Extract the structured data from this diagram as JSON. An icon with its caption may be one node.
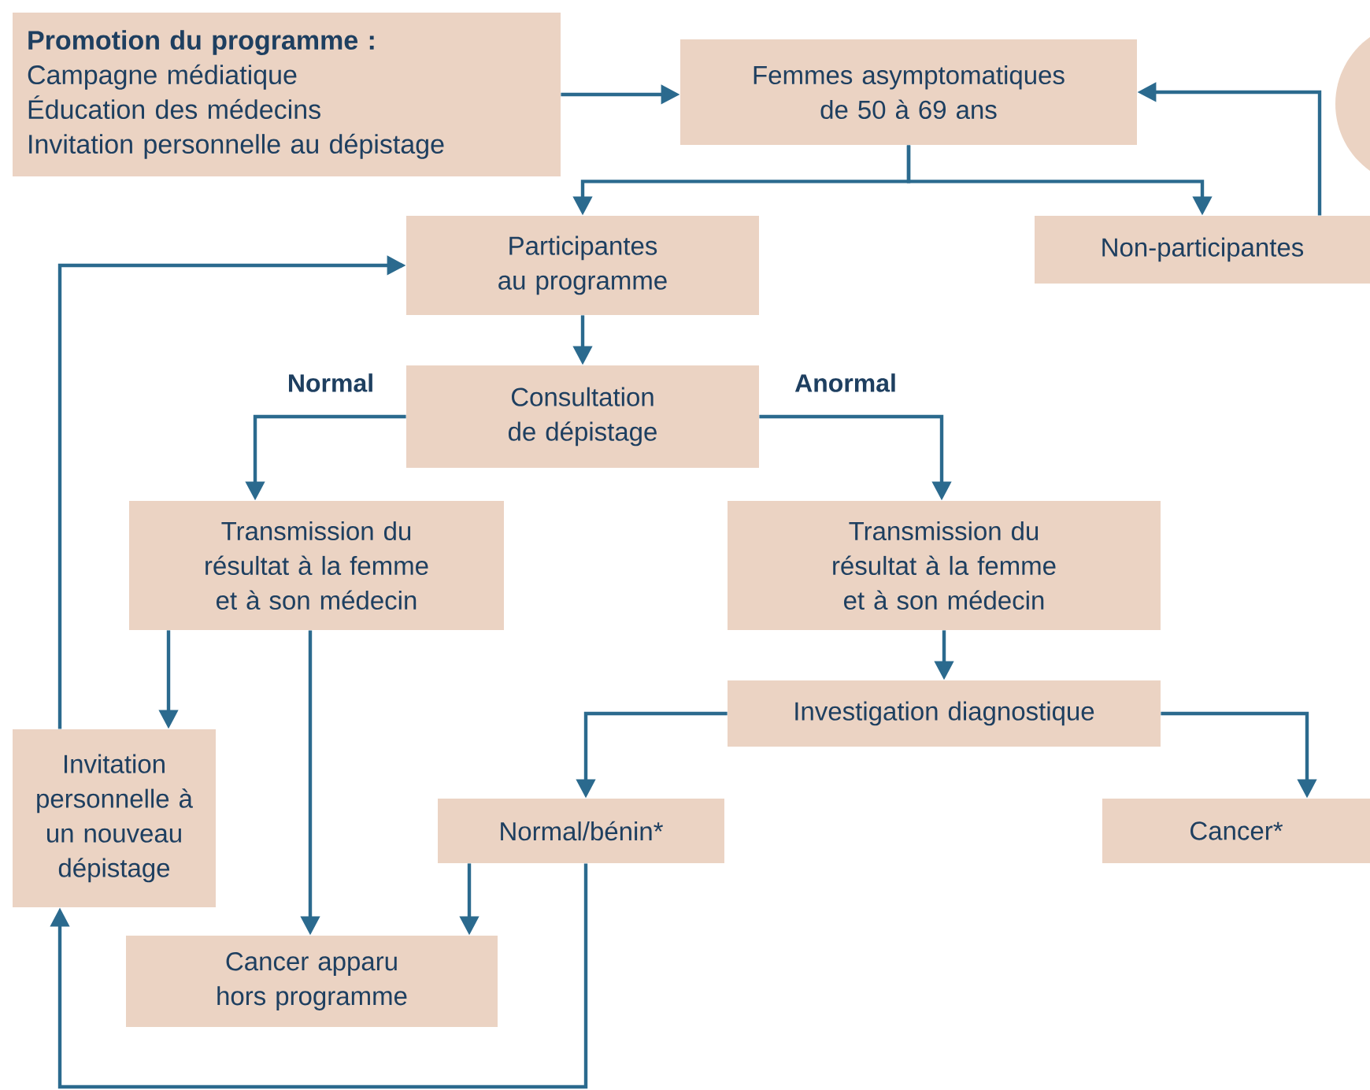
{
  "diagram": {
    "nodes": [
      {
        "text": [
          "Promotion du programme :",
          "Campagne médiatique",
          "Éducation des médecins",
          "Invitation personnelle au dépistage"
        ]
      },
      {
        "text": [
          "Femmes asymptomatiques de 50 à 69 ans"
        ]
      },
      {
        "text": [
          "Participantes au programme"
        ]
      },
      {
        "text": [
          "Non-participantes"
        ]
      },
      {
        "text": [
          "Consultation de dépistage"
        ]
      },
      {
        "text": [
          "Transmission du résultat à la femme et à son médecin"
        ]
      },
      {
        "text": [
          "Transmission du résultat à la femme et à son médecin"
        ]
      },
      {
        "text": [
          "Investigation diagnostique"
        ]
      },
      {
        "text": [
          "Invitation personnelle à un nouveau dépistage"
        ]
      },
      {
        "text": [
          "Normal/bénin*"
        ]
      },
      {
        "text": [
          "Cancer*"
        ]
      },
      {
        "text": [
          "Cancer apparu hors programme"
        ]
      }
    ],
    "edges": [
      {
        "from": 0,
        "to": 1,
        "arrow": "to"
      },
      {
        "from": 1,
        "to": 2,
        "arrow": "to"
      },
      {
        "from": 1,
        "to": 3,
        "arrow": "to"
      },
      {
        "from": 3,
        "to": 1,
        "arrow": "to"
      },
      {
        "from": 2,
        "to": 4,
        "arrow": "to"
      },
      {
        "from": 4,
        "to": 5,
        "arrow": "to",
        "label": "Normal"
      },
      {
        "from": 4,
        "to": 6,
        "arrow": "to",
        "label": "Anormal"
      },
      {
        "from": 5,
        "to": 8,
        "arrow": "to"
      },
      {
        "from": 5,
        "to": 11,
        "arrow": "to"
      },
      {
        "from": 6,
        "to": 7,
        "arrow": "to"
      },
      {
        "from": 7,
        "to": 9,
        "arrow": "to"
      },
      {
        "from": 7,
        "to": 10,
        "arrow": "to"
      },
      {
        "from": 9,
        "to": 11,
        "arrow": "to"
      },
      {
        "from": 9,
        "to": 8,
        "arrow": "to"
      },
      {
        "from": 8,
        "to": 2,
        "arrow": "to"
      }
    ]
  }
}
